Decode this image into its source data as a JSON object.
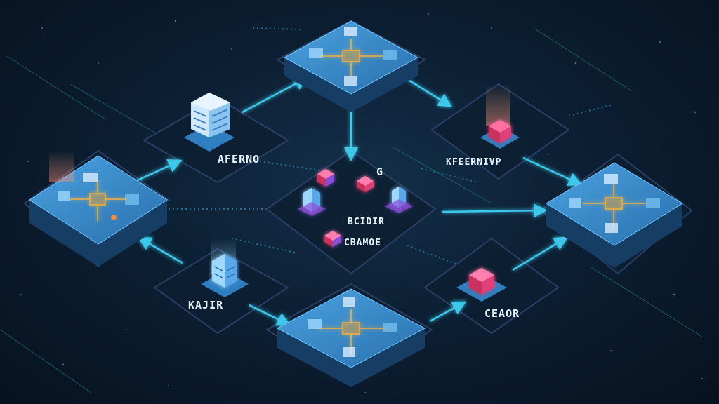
{
  "diagram": {
    "labels": {
      "node_top_left": "AFERNO",
      "node_top_right": "KFEERNIVP",
      "node_bottom_left": "KAJIR",
      "node_bottom_right": "CEAOR",
      "center_line1": "BCIDIR",
      "center_line2": "CBAMOE",
      "center_glyph": "G"
    },
    "colors": {
      "background": "#0c1f33",
      "platform_top": "#2f7fc0",
      "platform_side": "#163d63",
      "diamond_fill": "#0d1e31",
      "diamond_border": "#2a3f66",
      "arrow": "#3cc8ea",
      "chip_gold": "#e6a336",
      "server_blue": "#5aa8e8",
      "cube_pink": "#e0407a",
      "cube_purple": "#8a4fd8"
    }
  }
}
